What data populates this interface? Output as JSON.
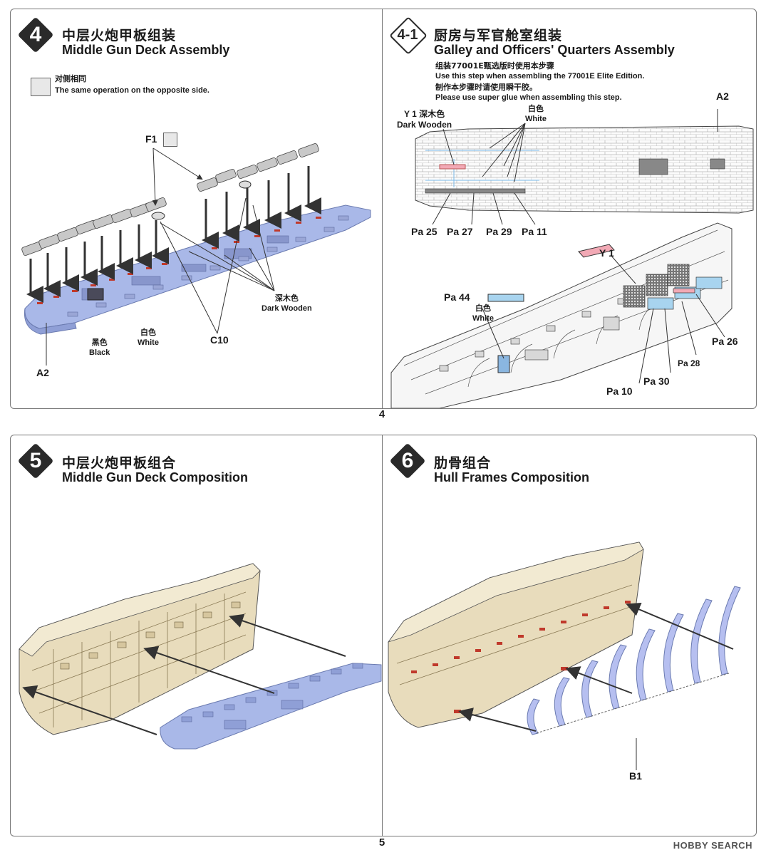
{
  "page_top": {
    "number": "4",
    "step4": {
      "badge": "4",
      "title_cn": "中层火炮甲板组装",
      "title_en": "Middle Gun Deck Assembly",
      "note_cn": "对侧相同",
      "note_en": "The same operation on the opposite side.",
      "labels": {
        "f1": "F1",
        "c10": "C10",
        "a2": "A2",
        "dark_cn": "深木色",
        "dark_en": "Dark Wooden",
        "black_cn": "黑色",
        "black_en": "Black",
        "white_cn": "白色",
        "white_en": "White"
      }
    },
    "step41": {
      "badge": "4-1",
      "title_cn": "厨房与军官舱室组装",
      "title_en": "Galley and Officers' Quarters Assembly",
      "note1_cn": "组装77001E甄选版时使用本步骤",
      "note1_en": "Use this step when assembling the 77001E Elite Edition.",
      "note2_cn": "制作本步骤时请使用瞬干胶。",
      "note2_en": "Please use super glue when assembling this step.",
      "labels": {
        "a2": "A2",
        "y1_dark": "Y 1",
        "dark_cn": "深木色",
        "dark_en": "Dark Wooden",
        "white_cn": "白色",
        "white_en": "White",
        "pa25": "Pa 25",
        "pa27": "Pa 27",
        "pa29": "Pa 29",
        "pa11": "Pa 11",
        "y1": "Y 1",
        "pa44": "Pa 44",
        "white2_cn": "白色",
        "white2_en": "White",
        "pa26": "Pa 26",
        "pa28": "Pa 28",
        "pa30": "Pa 30",
        "pa10": "Pa 10"
      }
    }
  },
  "page_bottom": {
    "number": "5",
    "step5": {
      "badge": "5",
      "title_cn": "中层火炮甲板组合",
      "title_en": "Middle Gun Deck Composition"
    },
    "step6": {
      "badge": "6",
      "title_cn": "肋骨组合",
      "title_en": "Hull Frames Composition",
      "labels": {
        "b1": "B1"
      }
    }
  },
  "watermark": "HOBBY SEARCH",
  "colors": {
    "part_blue": "#a9b8e8",
    "hull_tan": "#e8dcbc",
    "accent_red": "#c0392b",
    "pink": "#f2a9b5",
    "panel_blue": "#a8d4ef"
  }
}
